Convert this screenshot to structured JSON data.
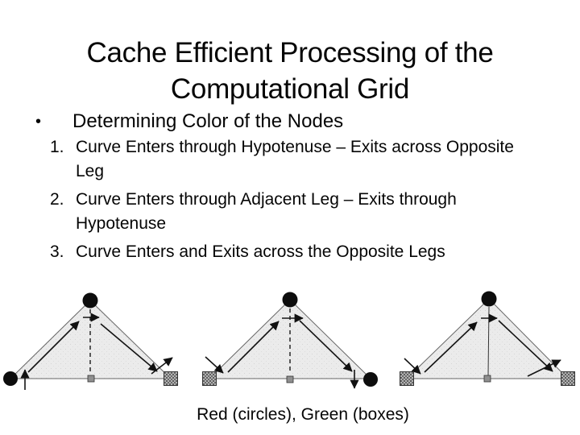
{
  "slide": {
    "title": "Cache Efficient Processing of the Computational Grid",
    "bullet": {
      "marker": "•",
      "text": "Determining Color of the Nodes"
    },
    "cases": [
      {
        "number": "1.",
        "text": "Curve Enters through Hypotenuse – Exits across Opposite Leg"
      },
      {
        "number": "2.",
        "text": "Curve Enters through Adjacent Leg – Exits through Hypotenuse"
      },
      {
        "number": "3.",
        "text": "Curve Enters and Exits across the Opposite Legs"
      }
    ],
    "caption": "Red (circles), Green (boxes)"
  },
  "diagrams": {
    "colors": {
      "node_circle_fill": "#0d0d0d",
      "mid_square_fill": "#8f8f8f",
      "arrow_stroke": "#141414",
      "edge_stroke": "#666666"
    },
    "cases": [
      {
        "apex_node": "circle",
        "bottom_left_node": "circle",
        "bottom_right_node": "box",
        "median_style": "dashed"
      },
      {
        "apex_node": "circle",
        "bottom_left_node": "box",
        "bottom_right_node": "circle",
        "median_style": "dashed"
      },
      {
        "apex_node": "circle",
        "bottom_left_node": "box",
        "bottom_right_node": "box",
        "median_style": "solid"
      }
    ]
  }
}
